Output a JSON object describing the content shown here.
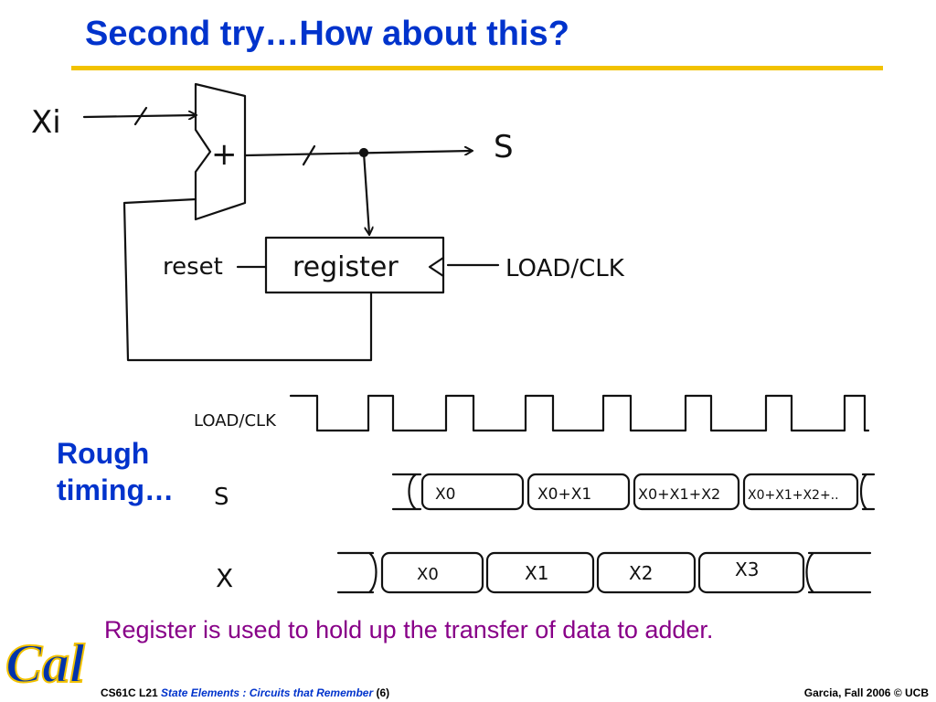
{
  "slide": {
    "title": "Second try…How about this?",
    "caption_line1": "Rough",
    "caption_line2": "timing…",
    "note": "Register is used to hold up the transfer of data to adder."
  },
  "diagram": {
    "input_label": "Xi",
    "adder_symbol": "+",
    "output_label": "S",
    "register_label": "register",
    "reset_label": "reset",
    "clock_label": "LOAD/CLK"
  },
  "timing": {
    "clock_label": "LOAD/CLK",
    "s_label": "S",
    "x_label": "X",
    "s_values": [
      "X0",
      "X0+X1",
      "X0+X1+X2",
      "X0+X1+X2+.."
    ],
    "x_values": [
      "X0",
      "X1",
      "X2",
      "X3"
    ]
  },
  "logo": {
    "text": "Cal",
    "color": "#0033aa",
    "outline": "#f2c200"
  },
  "footer": {
    "course": "CS61C L21",
    "topic": "State Elements : Circuits that Remember",
    "page": "(6)",
    "right": "Garcia, Fall 2006 © UCB"
  },
  "colors": {
    "title": "#0033cc",
    "rule": "#f2c200",
    "note": "#880088"
  }
}
